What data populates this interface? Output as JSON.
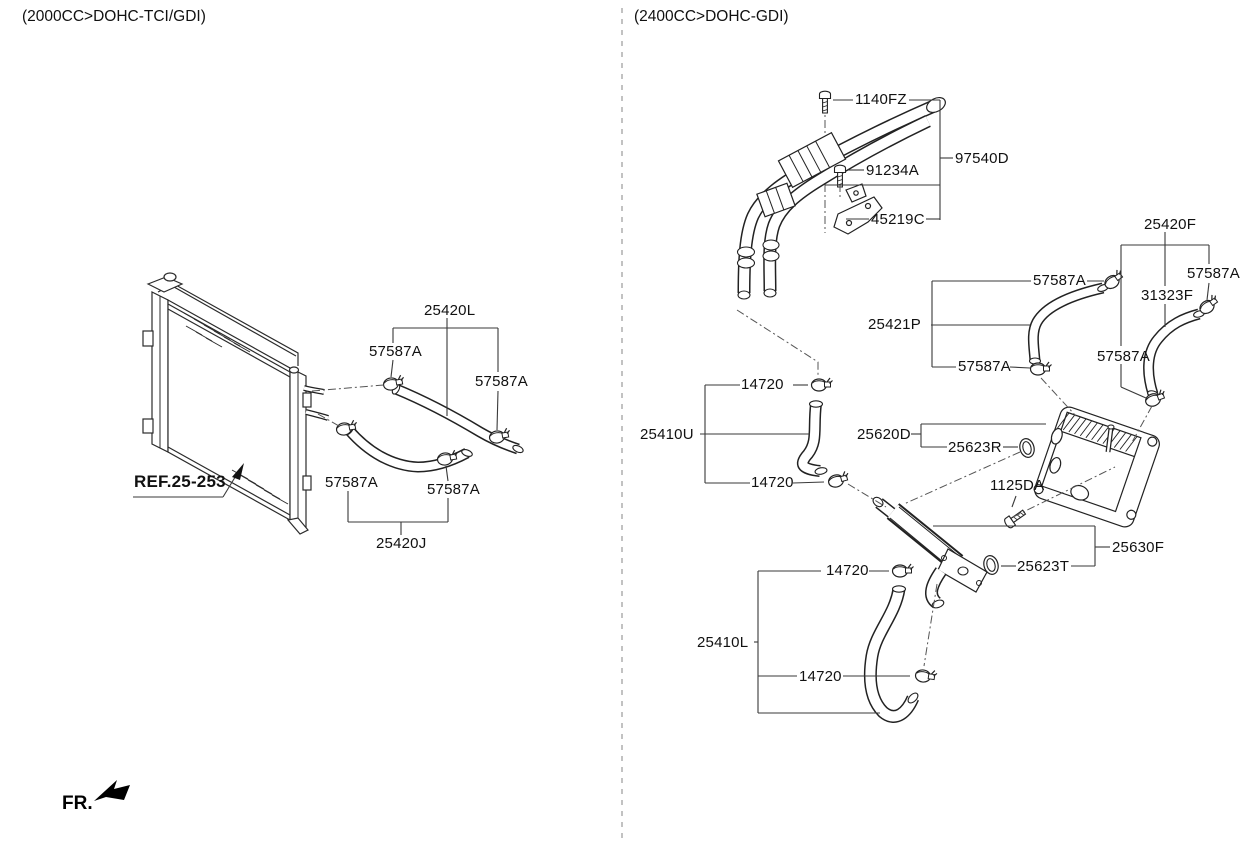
{
  "headers": {
    "left": "(2000CC>DOHC-TCI/GDI)",
    "right": "(2400CC>DOHC-GDI)"
  },
  "annotations": {
    "ref_radiator": "REF.25-253",
    "front_marker": "FR."
  },
  "parts": {
    "hose_clamp": "57587A",
    "tube_clamp": "14720",
    "hose_upper_left": "25420L",
    "hose_lower_left": "25420J",
    "heater_tube_assy": "97540D",
    "bolt_tube": "1140FZ",
    "bolt_bracket": "91234A",
    "tube_bracket": "45219C",
    "hose_assy_f": "25420F",
    "hose_31323": "31323F",
    "hose_p": "25421P",
    "hose_upper_right": "25410U",
    "oil_cooler": "25620D",
    "oring_upper": "25623R",
    "bolt_pipe": "1125DA",
    "pipe_assy": "25630F",
    "oring_lower": "25623T",
    "hose_lower_right": "25410L"
  }
}
